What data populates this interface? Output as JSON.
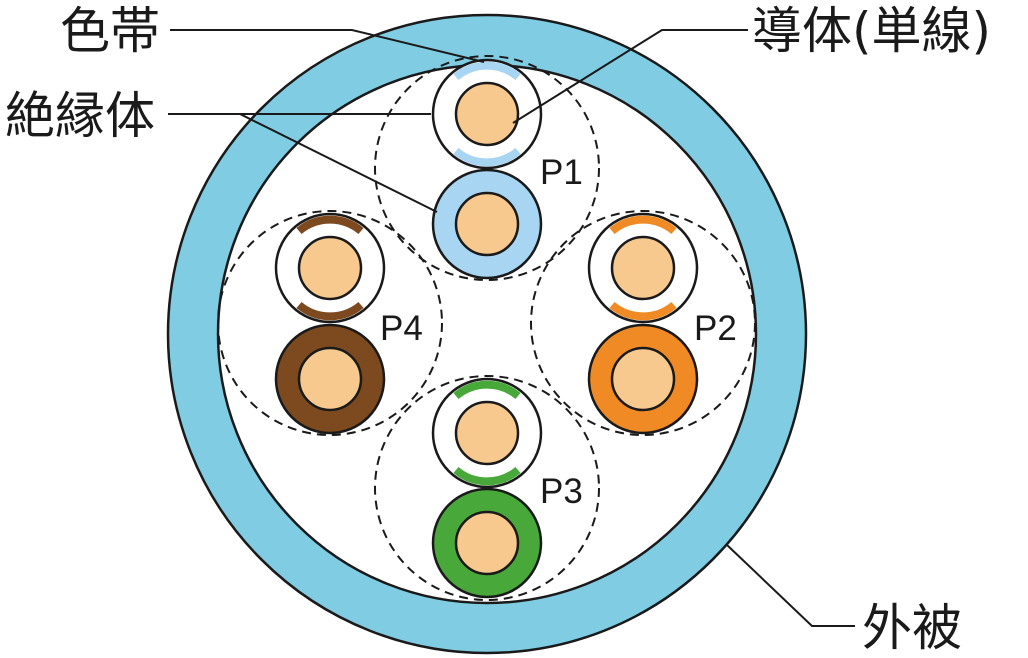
{
  "labels": {
    "color_band": "色帯",
    "conductor": "導体(単線)",
    "insulation": "絶縁体",
    "jacket": "外被"
  },
  "pairs": [
    {
      "id": "P1",
      "label": "P1",
      "color": "#a7d5f2"
    },
    {
      "id": "P2",
      "label": "P2",
      "color": "#f08a24"
    },
    {
      "id": "P3",
      "label": "P3",
      "color": "#48a93a"
    },
    {
      "id": "P4",
      "label": "P4",
      "color": "#7d4a1f"
    }
  ],
  "colors": {
    "jacket": "#7fcce3",
    "conductor": "#f7c98f",
    "insulation_white": "#ffffff",
    "outline": "#1a1a1a"
  }
}
